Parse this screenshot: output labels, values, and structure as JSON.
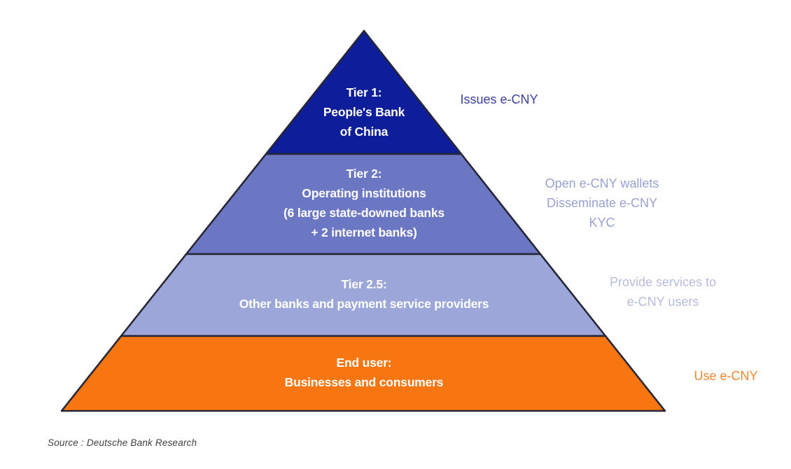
{
  "figure": {
    "background": "#ffffff",
    "outline_color": "#262636",
    "source_note": "Source : Deutsche Bank Research"
  },
  "pyramid": {
    "tiers": [
      {
        "id": "tier-1",
        "fill": "#0e1d99",
        "text_color": "#ffffff",
        "lines": [
          "Tier 1:",
          "People's Bank",
          "of China"
        ],
        "annotation": {
          "color": "#3c41a0",
          "lines": [
            "Issues e-CNY"
          ]
        }
      },
      {
        "id": "tier-2",
        "fill": "#6c77c4",
        "text_color": "#ffffff",
        "lines": [
          "Tier 2:",
          "Operating institutions",
          "(6 large state-downed banks",
          "+ 2 internet banks)"
        ],
        "annotation": {
          "color": "#98a1d1",
          "lines": [
            "Open e-CNY wallets",
            "Disseminate e-CNY",
            "KYC"
          ]
        }
      },
      {
        "id": "tier-2-5",
        "fill": "#9ca6d8",
        "text_color": "#ffffff",
        "lines": [
          "Tier 2.5:",
          "Other banks and payment service providers"
        ],
        "annotation": {
          "color": "#b6bcdd",
          "lines": [
            "Provide services to",
            "e-CNY users"
          ]
        }
      },
      {
        "id": "end-user",
        "fill": "#f87612",
        "text_color": "#ffffff",
        "lines": [
          "End user:",
          "Businesses and consumers"
        ],
        "annotation": {
          "color": "#f1862f",
          "lines": [
            "Use e-CNY"
          ]
        }
      }
    ]
  }
}
